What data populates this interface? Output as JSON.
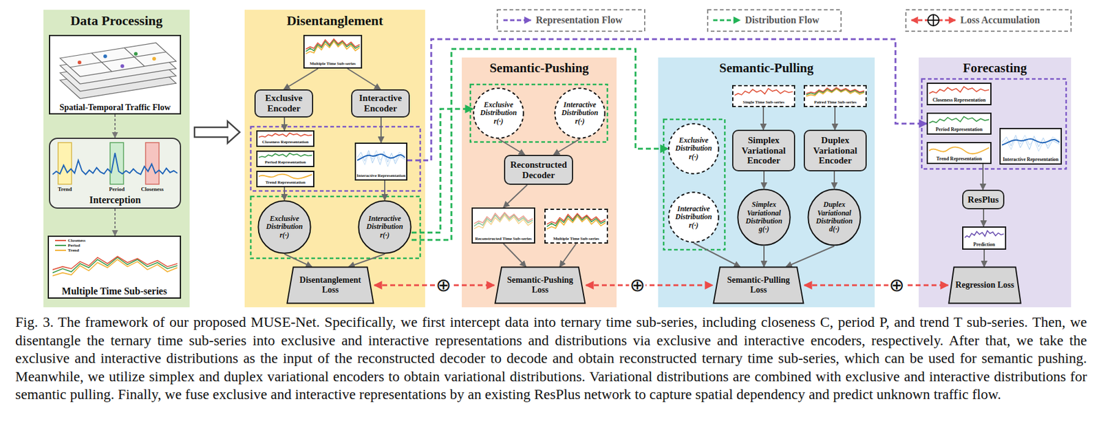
{
  "diagram": {
    "caption": "Fig. 3. The framework of our proposed MUSE-Net. Specifically, we first intercept data into ternary time sub-series, including closeness C, period P, and trend T sub-series. Then, we disentangle the ternary time sub-series into exclusive and interactive representations and distributions via exclusive and interactive encoders, respectively. After that, we take the exclusive and interactive distributions as the input of the reconstructed decoder to decode and obtain reconstructed ternary time sub-series, which can be used for semantic pushing. Meanwhile, we utilize simplex and duplex variational encoders to obtain variational distributions. Variational distributions are combined with exclusive and interactive distributions for semantic pulling. Finally, we fuse exclusive and interactive representations by an existing ResPlus network to capture spatial dependency and predict unknown traffic flow.",
    "nodes": [
      {
        "text": [
          "Data Processing"
        ]
      },
      {
        "text": [
          "Spatial-Temporal Traffic Flow"
        ],
        "in": 0
      },
      {
        "text": [
          "Interception"
        ],
        "in": 0
      },
      {
        "text": [
          "Multiple Time Sub-series"
        ],
        "in": 0
      },
      {
        "text": [
          "Disentanglement"
        ]
      },
      {
        "text": [
          "Multiple Time Sub-series"
        ],
        "in": 4
      },
      {
        "text": [
          "Exclusive Encoder"
        ],
        "in": 4
      },
      {
        "text": [
          "Interactive Encoder"
        ],
        "in": 4
      },
      {
        "text": [
          "Closeness Representation"
        ],
        "in": 4
      },
      {
        "text": [
          "Period Representation"
        ],
        "in": 4
      },
      {
        "text": [
          "Trend Representation"
        ],
        "in": 4
      },
      {
        "text": [
          "Interactive Representation"
        ],
        "in": 4
      },
      {
        "text": [
          "Exclusive Distribution r(·)"
        ],
        "in": 4
      },
      {
        "text": [
          "Interactive Distribution r(·)"
        ],
        "in": 4
      },
      {
        "text": [
          "Disentanglement Loss"
        ],
        "in": 4
      },
      {
        "text": [
          "Semantic-Pushing"
        ]
      },
      {
        "text": [
          "Exclusive Distribution r(·)"
        ],
        "in": 15
      },
      {
        "text": [
          "Interactive Distribution r(·)"
        ],
        "in": 15
      },
      {
        "text": [
          "Reconstructed Decoder"
        ],
        "in": 15
      },
      {
        "text": [
          "Reconstructed Time Sub-series"
        ],
        "in": 15
      },
      {
        "text": [
          "Multiple Time Sub-series"
        ],
        "in": 15
      },
      {
        "text": [
          "Semantic-Pushing Loss"
        ],
        "in": 15
      },
      {
        "text": [
          "Semantic-Pulling"
        ]
      },
      {
        "text": [
          "Exclusive Distribution r(·)"
        ],
        "in": 22
      },
      {
        "text": [
          "Interactive Distribution r(·)"
        ],
        "in": 22
      },
      {
        "text": [
          "Single Time Sub-series"
        ],
        "in": 22
      },
      {
        "text": [
          "Paired Time Sub-series"
        ],
        "in": 22
      },
      {
        "text": [
          "Simplex Variational Encoder"
        ],
        "in": 22
      },
      {
        "text": [
          "Duplex Variational Encoder"
        ],
        "in": 22
      },
      {
        "text": [
          "Simplex Variational Distribution g(·)"
        ],
        "in": 22
      },
      {
        "text": [
          "Duplex Variational Distribution d(·)"
        ],
        "in": 22
      },
      {
        "text": [
          "Semantic-Pulling Loss"
        ],
        "in": 22
      },
      {
        "text": [
          "Forecasting"
        ]
      },
      {
        "text": [
          "Closeness Representation"
        ],
        "in": 32
      },
      {
        "text": [
          "Period Representation"
        ],
        "in": 32
      },
      {
        "text": [
          "Trend Representation"
        ],
        "in": 32
      },
      {
        "text": [
          "Interactive Representation"
        ],
        "in": 32
      },
      {
        "text": [
          "ResPlus"
        ],
        "in": 32
      },
      {
        "text": [
          "Prediction"
        ],
        "in": 32
      },
      {
        "text": [
          "Regression Loss"
        ],
        "in": 32
      }
    ],
    "edges": [
      {
        "from": 1,
        "to": 2,
        "arrow": "to"
      },
      {
        "from": 2,
        "to": 3,
        "arrow": "to"
      },
      {
        "from": 0,
        "to": 4,
        "arrow": "to"
      },
      {
        "from": 5,
        "to": 6,
        "arrow": "to"
      },
      {
        "from": 5,
        "to": 7,
        "arrow": "to"
      },
      {
        "from": 6,
        "to": 8,
        "arrow": "to"
      },
      {
        "from": 7,
        "to": 11,
        "arrow": "to"
      },
      {
        "from": 10,
        "to": 12,
        "arrow": "to"
      },
      {
        "from": 11,
        "to": 13,
        "arrow": "to"
      },
      {
        "from": 12,
        "to": 14,
        "arrow": "to"
      },
      {
        "from": 13,
        "to": 14,
        "arrow": "to"
      },
      {
        "from": 11,
        "to": 34,
        "arrow": "to"
      },
      {
        "from": 13,
        "to": 16,
        "arrow": "to"
      },
      {
        "from": 13,
        "to": 23,
        "arrow": "to"
      },
      {
        "from": 16,
        "to": 18,
        "arrow": "to"
      },
      {
        "from": 17,
        "to": 18,
        "arrow": "to"
      },
      {
        "from": 18,
        "to": 19,
        "arrow": "to"
      },
      {
        "from": 19,
        "to": 21,
        "arrow": "to"
      },
      {
        "from": 20,
        "to": 21,
        "arrow": "to"
      },
      {
        "from": 25,
        "to": 27,
        "arrow": "to"
      },
      {
        "from": 26,
        "to": 28,
        "arrow": "to"
      },
      {
        "from": 27,
        "to": 29,
        "arrow": "to"
      },
      {
        "from": 28,
        "to": 30,
        "arrow": "to"
      },
      {
        "from": 24,
        "to": 31,
        "arrow": "to"
      },
      {
        "from": 29,
        "to": 31,
        "arrow": "to"
      },
      {
        "from": 30,
        "to": 31,
        "arrow": "to"
      },
      {
        "from": 35,
        "to": 37,
        "arrow": "to"
      },
      {
        "from": 37,
        "to": 38,
        "arrow": "to"
      },
      {
        "from": 38,
        "to": 39,
        "arrow": "to"
      },
      {
        "from": 14,
        "to": 21,
        "arrow": "both",
        "label": "⊕"
      },
      {
        "from": 21,
        "to": 31,
        "arrow": "both",
        "label": "⊕"
      },
      {
        "from": 31,
        "to": 39,
        "arrow": "both",
        "label": "⊕"
      }
    ],
    "labels": [
      "Trend",
      "Period",
      "Closeness",
      "Closeness",
      "Period",
      "Trend"
    ],
    "legend": [
      {
        "text": "Representation Flow"
      },
      {
        "text": "Distribution Flow"
      },
      {
        "text": "Loss Accumulation"
      }
    ]
  }
}
